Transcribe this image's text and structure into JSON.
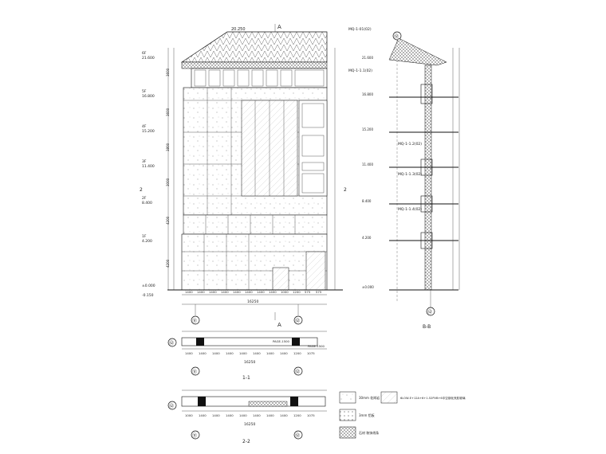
{
  "elevation": {
    "section_marker_top": "A",
    "section_marker_bottom": "A",
    "ridge_dim": "20.250",
    "level_labels": [
      {
        "name": "6F",
        "value": "21.600"
      },
      {
        "name": "5F",
        "value": "16.800"
      },
      {
        "name": "4F",
        "value": "15.200"
      },
      {
        "name": "3F",
        "value": "11.400"
      },
      {
        "name": "2F",
        "value": "8.400"
      },
      {
        "name": "1F",
        "value": "4.200"
      },
      {
        "name": "",
        "value": "±0.000"
      },
      {
        "name": "",
        "value": "-0.150"
      }
    ],
    "floor_heights": [
      "3600",
      "3600",
      "3800",
      "3000",
      "4200",
      "4200"
    ],
    "bottom_dims": [
      "1400",
      "1400",
      "1400",
      "1400",
      "1400",
      "1400",
      "1400",
      "1400",
      "1000",
      "1200",
      "575",
      "575"
    ],
    "total_dim": "16250",
    "axis_left": "⑪",
    "axis_right": "⑫",
    "side_marker": "2"
  },
  "section_b": {
    "title": "B-B",
    "axis": "⑫",
    "callouts": [
      "MQ-1-01(02)",
      "MQ-1-1.1(02)",
      "MQ-1-1.2(02)",
      "MQ-1-1.3(02)",
      "MQ-1-1.4(02)"
    ]
  },
  "plan_1": {
    "title": "1-1",
    "axis_top": "⑫",
    "dims": [
      "1400",
      "1400",
      "1400",
      "1400",
      "1400",
      "1400",
      "1400",
      "1400",
      "1200",
      "1075"
    ],
    "total": "16250",
    "notes": [
      "PAGE-1500",
      "PAGE-1500"
    ]
  },
  "plan_2": {
    "title": "2-2",
    "axis_top": "⑫",
    "dims": [
      "1000",
      "1400",
      "1400",
      "1400",
      "1400",
      "1400",
      "1400",
      "1400",
      "1200",
      "1075"
    ],
    "total": "16250"
  },
  "legend": {
    "items": [
      {
        "label": "30mm 花岗岩"
      },
      {
        "label": "6LOW-E+12A+6+1.52PVB+6中空钢化夹胶玻璃"
      },
      {
        "label": "3mm 铝板"
      },
      {
        "label": "石材 装饰线条"
      }
    ]
  }
}
